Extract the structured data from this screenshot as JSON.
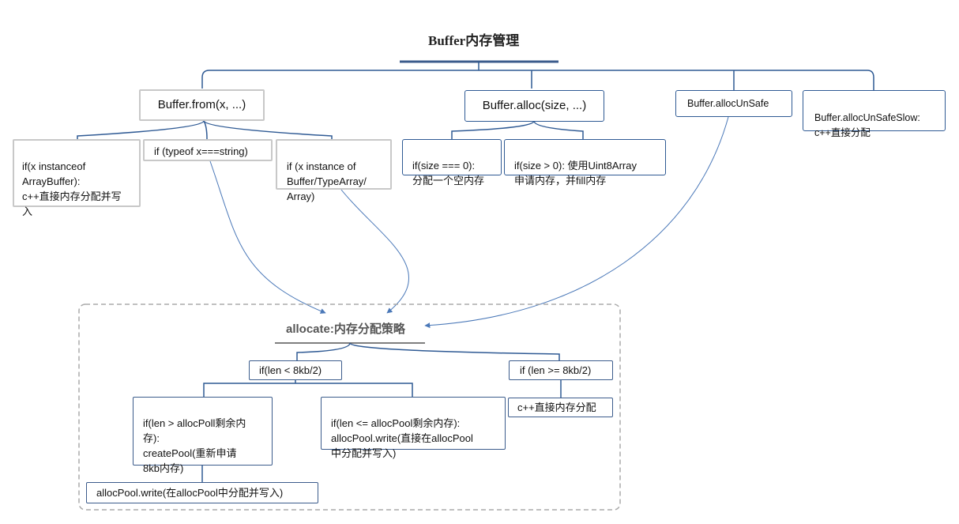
{
  "title": "Buffer内存管理",
  "from": {
    "label": "Buffer.from(x, ...)",
    "case_arraybuffer": "if(x instanceof\nArrayBuffer):\nc++直接内存分配并写\n入",
    "case_string": "if (typeof x===string)",
    "case_buffer": "if (x instance of\nBuffer/TypeArray/\nArray)"
  },
  "alloc": {
    "label": "Buffer.alloc(size, ...)",
    "case_zero": "if(size === 0):\n分配一个空内存",
    "case_positive": "if(size > 0): 使用Uint8Array\n申请内存，并fill内存"
  },
  "alloc_unsafe": {
    "label": "Buffer.allocUnSafe"
  },
  "alloc_unsafe_slow": {
    "label": "Buffer.allocUnSafeSlow:\nc++直接分配"
  },
  "allocate": {
    "title": "allocate:内存分配策略",
    "small": "if(len < 8kb/2)",
    "large": "if (len >= 8kb/2)",
    "large_action": "c++直接内存分配",
    "pool_insufficient": "if(len > allocPoll剩余内\n存):\ncreatePool(重新申请\n8kb内存)",
    "pool_sufficient": "if(len <= allocPool剩余内存):\nallocPool.write(直接在allocPool\n中分配并写入)",
    "pool_write": "allocPool.write(在allocPool中分配并写入)"
  }
}
